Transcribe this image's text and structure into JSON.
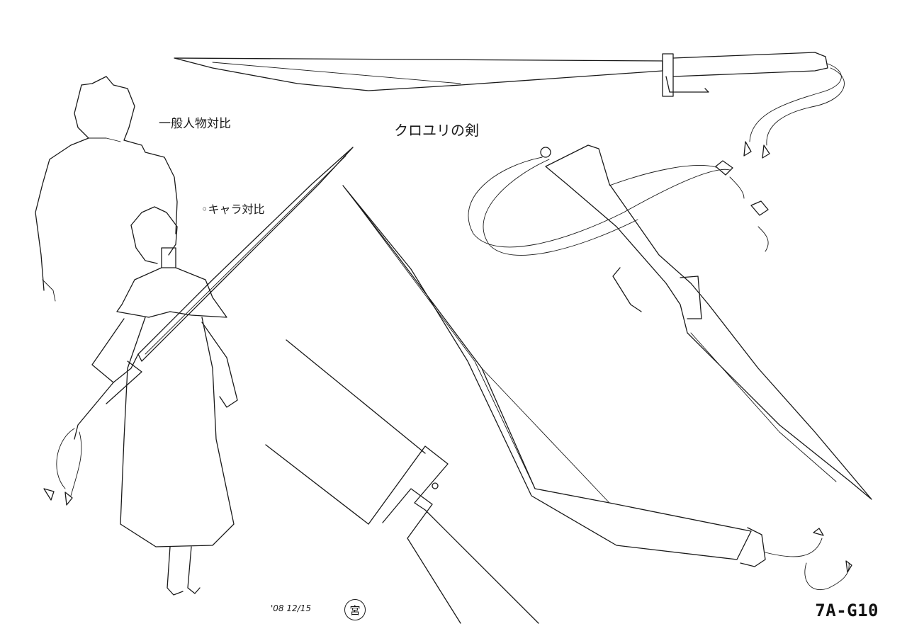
{
  "labels": {
    "general_comparison": "一般人物対比",
    "character_comparison": "◦キャラ対比",
    "sword_title": "クロユリの剣"
  },
  "footer": {
    "date": "'08 12/15",
    "stamp": "宮",
    "sheet_code": "7A-G10"
  },
  "colors": {
    "paper": "#ffffff",
    "ink": "#1a1a1a"
  }
}
